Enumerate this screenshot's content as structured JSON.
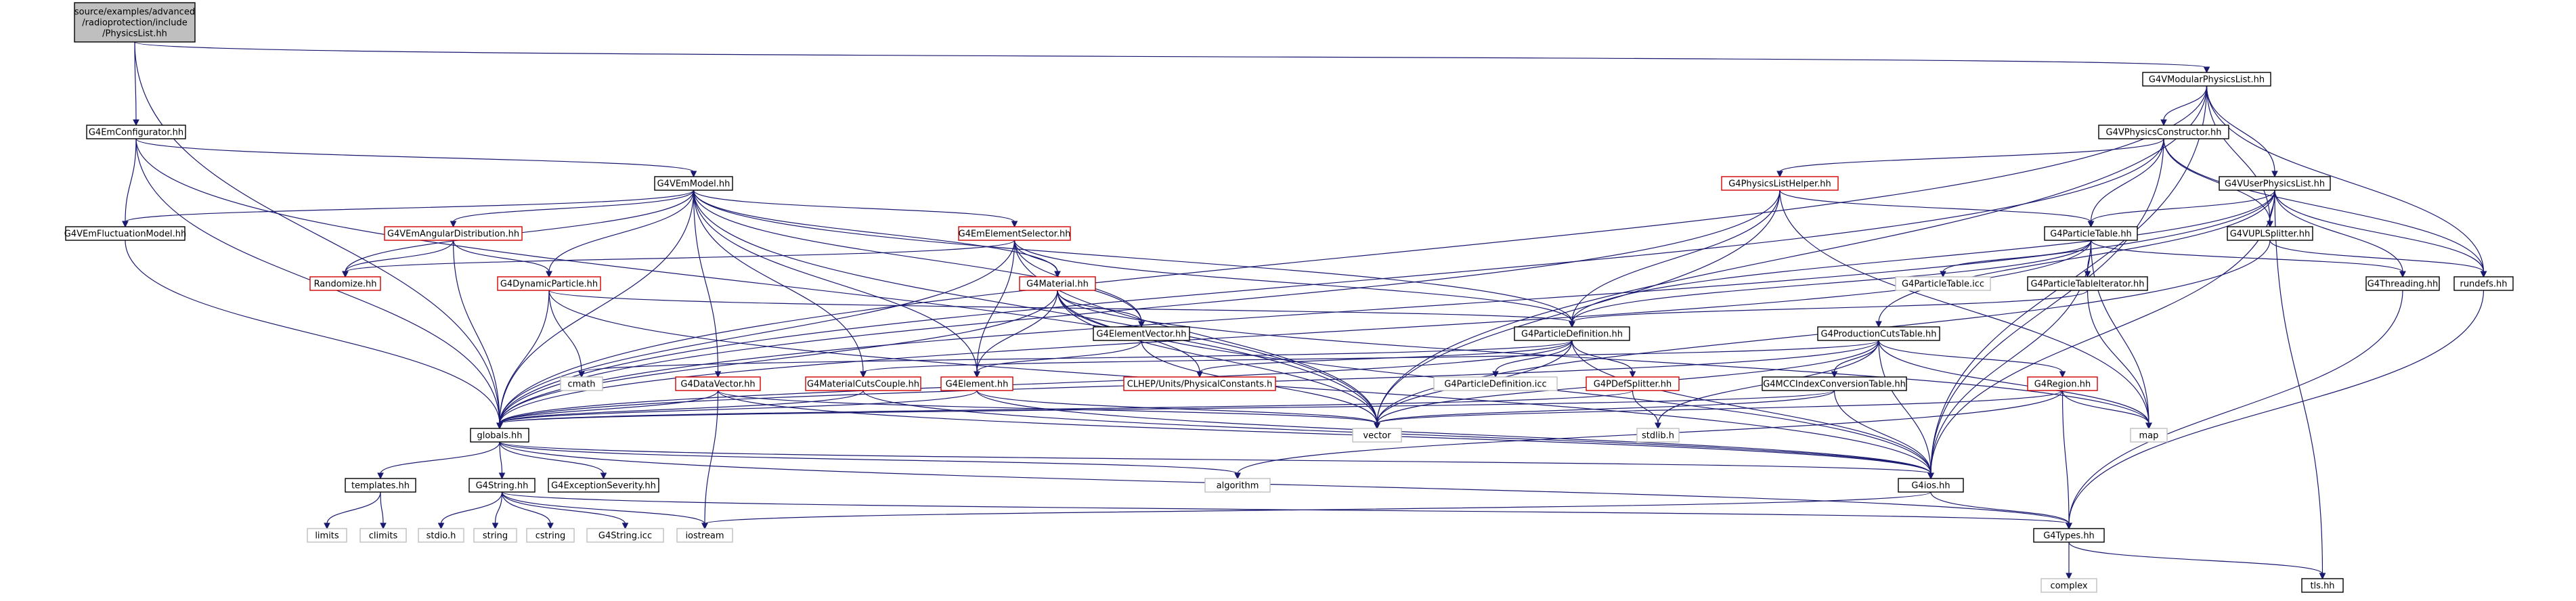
{
  "colors": {
    "edge": "#191970",
    "normal_border": "#000000",
    "link_border": "#d00000",
    "external_border": "#bfbfbf",
    "root_fill": "#bfbfbf",
    "fill": "#ffffff"
  },
  "nodes": [
    {
      "id": "root",
      "kind": "root",
      "lines": [
        "source/examples/advanced",
        "/radioprotection/include",
        "/PhysicsList.hh"
      ]
    },
    {
      "id": "G4VModularPhysicsList",
      "kind": "normal",
      "lines": [
        "G4VModularPhysicsList.hh"
      ]
    },
    {
      "id": "G4EmConfigurator",
      "kind": "normal",
      "lines": [
        "G4EmConfigurator.hh"
      ]
    },
    {
      "id": "G4VPhysicsConstructor",
      "kind": "normal",
      "lines": [
        "G4VPhysicsConstructor.hh"
      ]
    },
    {
      "id": "G4VEmModel",
      "kind": "normal",
      "lines": [
        "G4VEmModel.hh"
      ]
    },
    {
      "id": "G4PhysicsListHelper",
      "kind": "link",
      "lines": [
        "G4PhysicsListHelper.hh"
      ]
    },
    {
      "id": "G4VUserPhysicsList",
      "kind": "normal",
      "lines": [
        "G4VUserPhysicsList.hh"
      ]
    },
    {
      "id": "G4VEmFluctuationModel",
      "kind": "normal",
      "lines": [
        "G4VEmFluctuationModel.hh"
      ]
    },
    {
      "id": "G4VEmAngularDistribution",
      "kind": "link",
      "lines": [
        "G4VEmAngularDistribution.hh"
      ]
    },
    {
      "id": "G4EmElementSelector",
      "kind": "link",
      "lines": [
        "G4EmElementSelector.hh"
      ]
    },
    {
      "id": "G4ParticleTable",
      "kind": "normal",
      "lines": [
        "G4ParticleTable.hh"
      ]
    },
    {
      "id": "G4VUPLSplitter",
      "kind": "normal",
      "lines": [
        "G4VUPLSplitter.hh"
      ]
    },
    {
      "id": "Randomize",
      "kind": "link",
      "lines": [
        "Randomize.hh"
      ]
    },
    {
      "id": "G4DynamicParticle",
      "kind": "link",
      "lines": [
        "G4DynamicParticle.hh"
      ]
    },
    {
      "id": "G4Material",
      "kind": "link",
      "lines": [
        "G4Material.hh"
      ]
    },
    {
      "id": "G4ParticleTableIcc",
      "kind": "external",
      "lines": [
        "G4ParticleTable.icc"
      ]
    },
    {
      "id": "G4ParticleTableIterator",
      "kind": "normal",
      "lines": [
        "G4ParticleTableIterator.hh"
      ]
    },
    {
      "id": "G4Threading",
      "kind": "normal",
      "lines": [
        "G4Threading.hh"
      ]
    },
    {
      "id": "rundefs",
      "kind": "normal",
      "lines": [
        "rundefs.hh"
      ]
    },
    {
      "id": "G4ElementVector",
      "kind": "normal",
      "lines": [
        "G4ElementVector.hh"
      ]
    },
    {
      "id": "G4ParticleDefinition",
      "kind": "normal",
      "lines": [
        "G4ParticleDefinition.hh"
      ]
    },
    {
      "id": "G4ProductionCutsTable",
      "kind": "normal",
      "lines": [
        "G4ProductionCutsTable.hh"
      ]
    },
    {
      "id": "cmath",
      "kind": "external",
      "lines": [
        "cmath"
      ]
    },
    {
      "id": "G4DataVector",
      "kind": "link",
      "lines": [
        "G4DataVector.hh"
      ]
    },
    {
      "id": "G4MaterialCutsCouple",
      "kind": "link",
      "lines": [
        "G4MaterialCutsCouple.hh"
      ]
    },
    {
      "id": "G4Element",
      "kind": "link",
      "lines": [
        "G4Element.hh"
      ]
    },
    {
      "id": "CLHEP_PhysicalConstants",
      "kind": "link",
      "lines": [
        "CLHEP/Units/PhysicalConstants.h"
      ]
    },
    {
      "id": "G4ParticleDefinitionIcc",
      "kind": "external",
      "lines": [
        "G4ParticleDefinition.icc"
      ]
    },
    {
      "id": "G4PDefSplitter",
      "kind": "link",
      "lines": [
        "G4PDefSplitter.hh"
      ]
    },
    {
      "id": "G4MCCIndexConversionTable",
      "kind": "normal",
      "lines": [
        "G4MCCIndexConversionTable.hh"
      ]
    },
    {
      "id": "G4Region",
      "kind": "link",
      "lines": [
        "G4Region.hh"
      ]
    },
    {
      "id": "globals",
      "kind": "normal",
      "lines": [
        "globals.hh"
      ]
    },
    {
      "id": "vector",
      "kind": "external",
      "lines": [
        "vector"
      ]
    },
    {
      "id": "stdlib",
      "kind": "external",
      "lines": [
        "stdlib.h"
      ]
    },
    {
      "id": "map",
      "kind": "external",
      "lines": [
        "map"
      ]
    },
    {
      "id": "templates",
      "kind": "normal",
      "lines": [
        "templates.hh"
      ]
    },
    {
      "id": "G4String",
      "kind": "normal",
      "lines": [
        "G4String.hh"
      ]
    },
    {
      "id": "G4ExceptionSeverity",
      "kind": "normal",
      "lines": [
        "G4ExceptionSeverity.hh"
      ]
    },
    {
      "id": "algorithm",
      "kind": "external",
      "lines": [
        "algorithm"
      ]
    },
    {
      "id": "G4ios",
      "kind": "normal",
      "lines": [
        "G4ios.hh"
      ]
    },
    {
      "id": "limits",
      "kind": "external",
      "lines": [
        "limits"
      ]
    },
    {
      "id": "climits",
      "kind": "external",
      "lines": [
        "climits"
      ]
    },
    {
      "id": "stdio",
      "kind": "external",
      "lines": [
        "stdio.h"
      ]
    },
    {
      "id": "string",
      "kind": "external",
      "lines": [
        "string"
      ]
    },
    {
      "id": "cstring",
      "kind": "external",
      "lines": [
        "cstring"
      ]
    },
    {
      "id": "G4StringIcc",
      "kind": "external",
      "lines": [
        "G4String.icc"
      ]
    },
    {
      "id": "iostream",
      "kind": "external",
      "lines": [
        "iostream"
      ]
    },
    {
      "id": "G4Types",
      "kind": "normal",
      "lines": [
        "G4Types.hh"
      ]
    },
    {
      "id": "complex",
      "kind": "external",
      "lines": [
        "complex"
      ]
    },
    {
      "id": "tls",
      "kind": "normal",
      "lines": [
        "tls.hh"
      ]
    }
  ],
  "edges": [
    [
      "root",
      "G4VModularPhysicsList"
    ],
    [
      "root",
      "G4EmConfigurator"
    ],
    [
      "root",
      "globals"
    ],
    [
      "G4VModularPhysicsList",
      "G4VPhysicsConstructor"
    ],
    [
      "G4VModularPhysicsList",
      "G4VUserPhysicsList"
    ],
    [
      "G4VModularPhysicsList",
      "G4VUPLSplitter"
    ],
    [
      "G4VModularPhysicsList",
      "rundefs"
    ],
    [
      "G4VModularPhysicsList",
      "G4ios"
    ],
    [
      "G4VModularPhysicsList",
      "vector"
    ],
    [
      "G4VModularPhysicsList",
      "globals"
    ],
    [
      "G4EmConfigurator",
      "G4VEmModel"
    ],
    [
      "G4EmConfigurator",
      "G4VEmFluctuationModel"
    ],
    [
      "G4EmConfigurator",
      "globals"
    ],
    [
      "G4EmConfigurator",
      "vector"
    ],
    [
      "G4VPhysicsConstructor",
      "G4PhysicsListHelper"
    ],
    [
      "G4VPhysicsConstructor",
      "G4ParticleTable"
    ],
    [
      "G4VPhysicsConstructor",
      "G4VUPLSplitter"
    ],
    [
      "G4VPhysicsConstructor",
      "rundefs"
    ],
    [
      "G4VPhysicsConstructor",
      "G4ios"
    ],
    [
      "G4VPhysicsConstructor",
      "globals"
    ],
    [
      "G4VEmModel",
      "G4VEmFluctuationModel"
    ],
    [
      "G4VEmModel",
      "G4VEmAngularDistribution"
    ],
    [
      "G4VEmModel",
      "Randomize"
    ],
    [
      "G4VEmModel",
      "G4DynamicParticle"
    ],
    [
      "G4VEmModel",
      "G4EmElementSelector"
    ],
    [
      "G4VEmModel",
      "G4Material"
    ],
    [
      "G4VEmModel",
      "G4ElementVector"
    ],
    [
      "G4VEmModel",
      "G4ParticleDefinition"
    ],
    [
      "G4VEmModel",
      "G4DataVector"
    ],
    [
      "G4VEmModel",
      "G4MaterialCutsCouple"
    ],
    [
      "G4VEmModel",
      "G4Element"
    ],
    [
      "G4VEmModel",
      "globals"
    ],
    [
      "G4VEmModel",
      "vector"
    ],
    [
      "G4PhysicsListHelper",
      "G4ParticleTable"
    ],
    [
      "G4PhysicsListHelper",
      "G4ParticleDefinition"
    ],
    [
      "G4PhysicsListHelper",
      "globals"
    ],
    [
      "G4PhysicsListHelper",
      "vector"
    ],
    [
      "G4PhysicsListHelper",
      "map"
    ],
    [
      "G4VUserPhysicsList",
      "G4ParticleTable"
    ],
    [
      "G4VUserPhysicsList",
      "G4VUPLSplitter"
    ],
    [
      "G4VUserPhysicsList",
      "G4Threading"
    ],
    [
      "G4VUserPhysicsList",
      "rundefs"
    ],
    [
      "G4VUserPhysicsList",
      "G4ProductionCutsTable"
    ],
    [
      "G4VUserPhysicsList",
      "G4ParticleDefinition"
    ],
    [
      "G4VUserPhysicsList",
      "G4ios"
    ],
    [
      "G4VUserPhysicsList",
      "tls"
    ],
    [
      "G4VUserPhysicsList",
      "globals"
    ],
    [
      "G4VEmFluctuationModel",
      "globals"
    ],
    [
      "G4VEmAngularDistribution",
      "G4DynamicParticle"
    ],
    [
      "G4VEmAngularDistribution",
      "Randomize"
    ],
    [
      "G4VEmAngularDistribution",
      "globals"
    ],
    [
      "G4EmElementSelector",
      "Randomize"
    ],
    [
      "G4EmElementSelector",
      "G4Material"
    ],
    [
      "G4EmElementSelector",
      "G4ElementVector"
    ],
    [
      "G4EmElementSelector",
      "G4Element"
    ],
    [
      "G4EmElementSelector",
      "G4ParticleDefinition"
    ],
    [
      "G4EmElementSelector",
      "globals"
    ],
    [
      "G4EmElementSelector",
      "vector"
    ],
    [
      "G4ParticleTable",
      "G4ParticleTableIcc"
    ],
    [
      "G4ParticleTable",
      "G4ParticleTableIterator"
    ],
    [
      "G4ParticleTable",
      "G4ParticleDefinition"
    ],
    [
      "G4ParticleTable",
      "G4Threading"
    ],
    [
      "G4ParticleTable",
      "map"
    ],
    [
      "G4ParticleTable",
      "G4ios"
    ],
    [
      "G4ParticleTable",
      "globals"
    ],
    [
      "G4VUPLSplitter",
      "rundefs"
    ],
    [
      "G4VUPLSplitter",
      "vector"
    ],
    [
      "G4Threading",
      "G4Types"
    ],
    [
      "rundefs",
      "G4Types"
    ],
    [
      "G4DynamicParticle",
      "G4ParticleDefinition"
    ],
    [
      "G4DynamicParticle",
      "cmath"
    ],
    [
      "G4DynamicParticle",
      "G4ios"
    ],
    [
      "G4DynamicParticle",
      "globals"
    ],
    [
      "G4Material",
      "G4ElementVector"
    ],
    [
      "G4Material",
      "G4Element"
    ],
    [
      "G4Material",
      "CLHEP_PhysicalConstants"
    ],
    [
      "G4Material",
      "G4ios"
    ],
    [
      "G4Material",
      "vector"
    ],
    [
      "G4Material",
      "map"
    ],
    [
      "G4Material",
      "globals"
    ],
    [
      "G4ParticleTableIterator",
      "G4ParticleDefinition"
    ],
    [
      "G4ParticleTableIterator",
      "map"
    ],
    [
      "G4ElementVector",
      "G4Element"
    ],
    [
      "G4ElementVector",
      "vector"
    ],
    [
      "G4ParticleDefinition",
      "G4ParticleDefinitionIcc"
    ],
    [
      "G4ParticleDefinition",
      "G4PDefSplitter"
    ],
    [
      "G4ParticleDefinition",
      "CLHEP_PhysicalConstants"
    ],
    [
      "G4ParticleDefinition",
      "vector"
    ],
    [
      "G4ParticleDefinition",
      "G4ios"
    ],
    [
      "G4ParticleDefinition",
      "globals"
    ],
    [
      "G4ParticleDefinition",
      "cmath"
    ],
    [
      "G4ProductionCutsTable",
      "G4MaterialCutsCouple"
    ],
    [
      "G4ProductionCutsTable",
      "G4MCCIndexConversionTable"
    ],
    [
      "G4ProductionCutsTable",
      "G4Region"
    ],
    [
      "G4ProductionCutsTable",
      "vector"
    ],
    [
      "G4ProductionCutsTable",
      "G4ios"
    ],
    [
      "G4ProductionCutsTable",
      "globals"
    ],
    [
      "G4ProductionCutsTable",
      "stdlib"
    ],
    [
      "G4ProductionCutsTable",
      "map"
    ],
    [
      "G4DataVector",
      "globals"
    ],
    [
      "G4DataVector",
      "vector"
    ],
    [
      "G4DataVector",
      "G4ios"
    ],
    [
      "G4DataVector",
      "iostream"
    ],
    [
      "G4MaterialCutsCouple",
      "globals"
    ],
    [
      "G4MaterialCutsCouple",
      "G4ios"
    ],
    [
      "G4Element",
      "globals"
    ],
    [
      "G4Element",
      "vector"
    ],
    [
      "G4Element",
      "G4ios"
    ],
    [
      "G4PDefSplitter",
      "stdlib"
    ],
    [
      "G4PDefSplitter",
      "globals"
    ],
    [
      "G4MCCIndexConversionTable",
      "globals"
    ],
    [
      "G4MCCIndexConversionTable",
      "vector"
    ],
    [
      "G4MCCIndexConversionTable",
      "G4ios"
    ],
    [
      "G4Region",
      "G4Types"
    ],
    [
      "G4Region",
      "map"
    ],
    [
      "G4Region",
      "algorithm"
    ],
    [
      "G4Region",
      "vector"
    ],
    [
      "globals",
      "templates"
    ],
    [
      "globals",
      "G4String"
    ],
    [
      "globals",
      "G4ExceptionSeverity"
    ],
    [
      "globals",
      "algorithm"
    ],
    [
      "globals",
      "G4ios"
    ],
    [
      "globals",
      "G4Types"
    ],
    [
      "templates",
      "limits"
    ],
    [
      "templates",
      "climits"
    ],
    [
      "G4String",
      "stdio"
    ],
    [
      "G4String",
      "string"
    ],
    [
      "G4String",
      "cstring"
    ],
    [
      "G4String",
      "G4StringIcc"
    ],
    [
      "G4String",
      "iostream"
    ],
    [
      "G4String",
      "G4Types"
    ],
    [
      "G4ios",
      "iostream"
    ],
    [
      "G4ios",
      "G4Types"
    ],
    [
      "G4Types",
      "complex"
    ],
    [
      "G4Types",
      "tls"
    ]
  ]
}
